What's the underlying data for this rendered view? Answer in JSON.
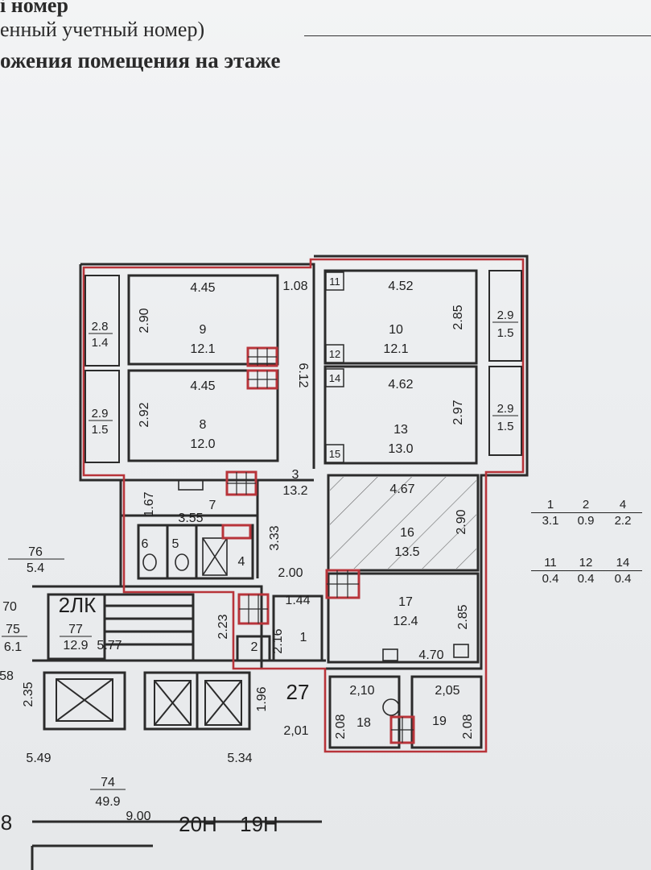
{
  "header": {
    "line1": "і номер",
    "line2": "енный учетный номер)",
    "line3": "ожения помещения на этаже"
  },
  "rooms": {
    "r9": {
      "num": "9",
      "area": "12.1",
      "width": "4.45",
      "depth": "2.90"
    },
    "r8": {
      "num": "8",
      "area": "12.0",
      "width": "4.45",
      "depth": "2.92"
    },
    "r10": {
      "num": "10",
      "area": "12.1",
      "width": "4.52",
      "depth": "2.85"
    },
    "r13": {
      "num": "13",
      "area": "13.0",
      "width": "4.62",
      "depth": "2.97"
    },
    "r3": {
      "num": "3",
      "area": "13.2",
      "len": "6.12",
      "len2": "3.33",
      "top": "1.08"
    },
    "r7": {
      "num": "7",
      "w1": "1.67",
      "w2": "3.55"
    },
    "r16": {
      "num": "16",
      "area": "13.5",
      "width": "4.67",
      "depth": "2.90"
    },
    "r17": {
      "num": "17",
      "area": "12.4",
      "width": "4.70",
      "depth": "2.85"
    },
    "r1": {
      "num": "1",
      "w": "1.44",
      "top": "2.00"
    },
    "r2": {
      "num": "2",
      "w": "2.23",
      "d": "2.16"
    },
    "r18": {
      "num": "18",
      "w": "2,10",
      "d": "2.08"
    },
    "r19": {
      "num": "19",
      "w": "2,05",
      "d": "2.08"
    },
    "r4": {
      "num": "4"
    },
    "r5": {
      "num": "5"
    },
    "r6": {
      "num": "6"
    },
    "r11": {
      "num": "11"
    },
    "r12": {
      "num": "12"
    },
    "r14": {
      "num": "14"
    },
    "r15": {
      "num": "15"
    }
  },
  "balconies": {
    "b_left_top": {
      "top": "2.8",
      "bottom": "1.4"
    },
    "b_left_bot": {
      "top": "2.9",
      "bottom": "1.5"
    },
    "b_right_top": {
      "top": "2.9",
      "bottom": "1.5"
    },
    "b_right_bot": {
      "top": "2.9",
      "bottom": "1.5"
    }
  },
  "legend": [
    {
      "num": "1",
      "val": "3.1"
    },
    {
      "num": "2",
      "val": "0.9"
    },
    {
      "num": "4",
      "val": "2.2"
    },
    {
      "num": "11",
      "val": "0.4"
    },
    {
      "num": "12",
      "val": "0.4"
    },
    {
      "num": "14",
      "val": "0.4"
    }
  ],
  "common": {
    "r76": {
      "num": "76",
      "area": "5.4"
    },
    "r70": {
      "num": "70"
    },
    "r75": {
      "num": "75",
      "area": "6.1"
    },
    "r77": {
      "num": "77",
      "area": "12.9"
    },
    "r58": {
      "num": "58"
    },
    "r74": {
      "num": "74",
      "area": "49.9"
    },
    "stair_label": "2ЛК",
    "d_577": "5.77",
    "d_235": "2.35",
    "d_549": "5.49",
    "d_534": "5.34",
    "d_196": "1.96",
    "d_201": "2,01",
    "d_900": "9.00",
    "apt_num": "27",
    "mark_20n": "20Н",
    "mark_19n": "19Н",
    "edge_8": "8"
  },
  "colors": {
    "outline": "#b8343a",
    "wall": "#2b2b2b",
    "paper": "#eceef0"
  }
}
